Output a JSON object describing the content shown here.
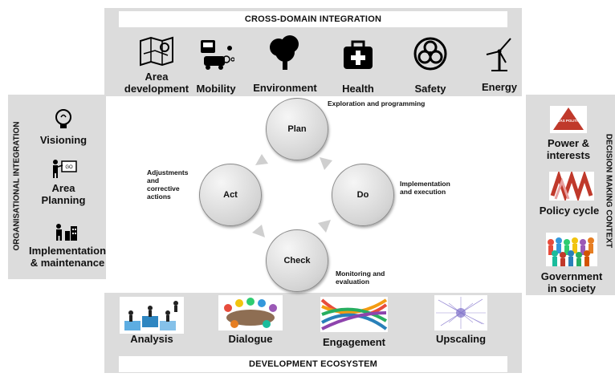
{
  "top": {
    "title": "CROSS-DOMAIN INTEGRATION",
    "items": [
      {
        "label": "Area\ndevelopment",
        "icon": "map-icon"
      },
      {
        "label": "Mobility",
        "icon": "bus-car-bike-icon"
      },
      {
        "label": "Environment",
        "icon": "tree-icon"
      },
      {
        "label": "Health",
        "icon": "first-aid-kit-icon"
      },
      {
        "label": "Safety",
        "icon": "biohazard-icon"
      },
      {
        "label": "Energy",
        "icon": "wind-turbine-icon"
      }
    ]
  },
  "left": {
    "title": "ORGANISATIONAL INTEGRATION",
    "items": [
      {
        "label": "Visioning",
        "icon": "lightbulb-icon"
      },
      {
        "label": "Area\nPlanning",
        "icon": "presenter-icon"
      },
      {
        "label": "Implementation\n& maintenance",
        "icon": "builder-icon"
      }
    ]
  },
  "right": {
    "title": "DECISION MAKING CONTEXT",
    "items": [
      {
        "label": "Power &\ninterests",
        "image_caption": "TRIAS POLITICA"
      },
      {
        "label": "Policy cycle"
      },
      {
        "label": "Government\nin society"
      }
    ]
  },
  "bottom": {
    "title": "DEVELOPMENT ECOSYSTEM",
    "items": [
      {
        "label": "Analysis"
      },
      {
        "label": "Dialogue"
      },
      {
        "label": "Engagement"
      },
      {
        "label": "Upscaling"
      }
    ]
  },
  "cycle": {
    "plan": "Plan",
    "do": "Do",
    "check": "Check",
    "act": "Act",
    "plan_note": "Exploration and programming",
    "do_note": "Implementation\nand execution",
    "check_note": "Monitoring and\nevaluation",
    "act_note": "Adjustments\nand\ncorrective\nactions"
  },
  "colors": {
    "band": "#dcdcdc",
    "circle": "#d4d4d4",
    "arrow": "#cfcfcf",
    "trias": "#c0392b"
  }
}
